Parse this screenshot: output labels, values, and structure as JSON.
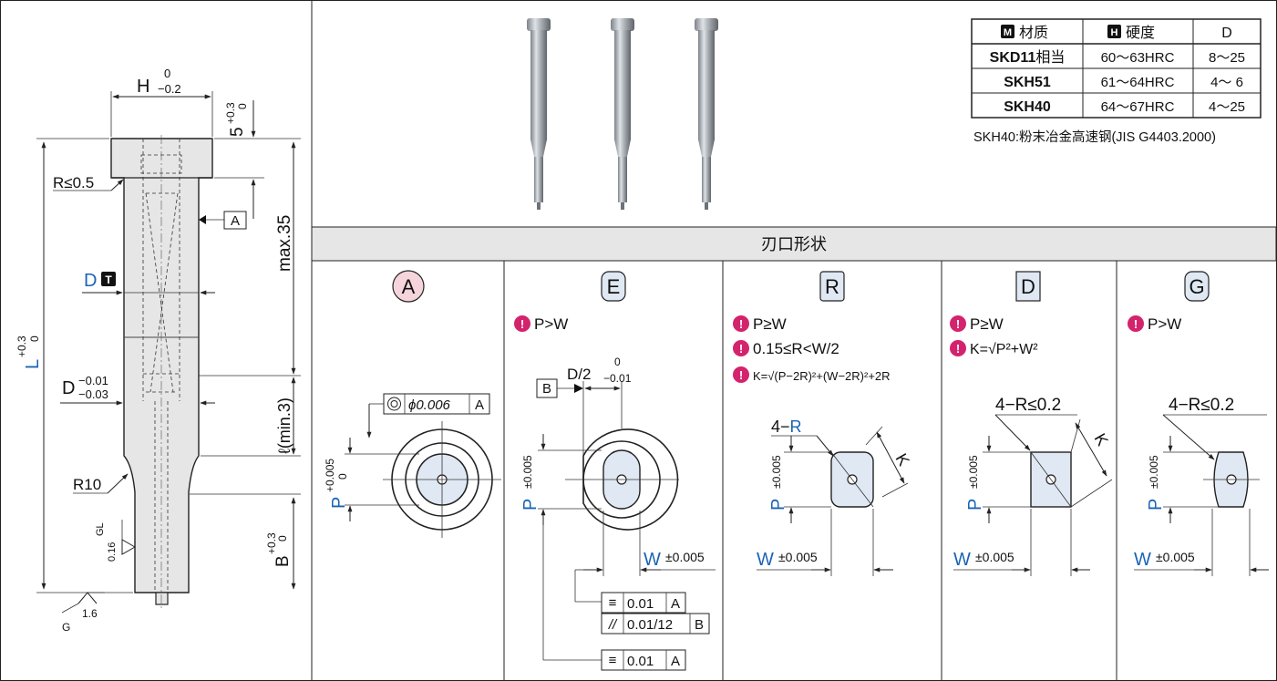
{
  "drawing": {
    "h_label": "H",
    "h_tol_upper": "0",
    "h_tol_lower": "−0.2",
    "head_height": "5",
    "head_tol_upper": "+0.3",
    "head_tol_lower": "0",
    "head_radius": "R≤0.5",
    "datum_a": "A",
    "dia_d": "D",
    "badge_t": "T",
    "max35": "max.35",
    "length_l": "L",
    "length_l_tol_upper": "+0.3",
    "length_l_tol_lower": "0",
    "d_tol_label": "D",
    "d_tol_upper": "−0.01",
    "d_tol_lower": "−0.03",
    "ell_min": "ℓ(min.3)",
    "r10": "R10",
    "gl": "GL",
    "finish016": "0.16",
    "b_label": "B",
    "b_tol_upper": "+0.3",
    "b_tol_lower": "0",
    "finish16": "1.6",
    "g": "G"
  },
  "materials": {
    "headers": [
      "材质",
      "硬度",
      "D"
    ],
    "header_badges": [
      "M",
      "H"
    ],
    "rows": [
      {
        "material": "SKD11",
        "suffix": "相当",
        "hardness": "60～63HRC",
        "d": "8～25"
      },
      {
        "material": "SKH51",
        "suffix": "",
        "hardness": "61～64HRC",
        "d": "4～ 6"
      },
      {
        "material": "SKH40",
        "suffix": "",
        "hardness": "64～67HRC",
        "d": "4～25"
      }
    ],
    "note": "SKH40:粉末冶金高速钢(JIS G4403.2000)"
  },
  "section_title": "刃口形状",
  "shapes": {
    "a": {
      "letter": "A",
      "fcf_value": "ϕ0.006",
      "fcf_datum": "A",
      "p": "P",
      "p_tol_upper": "+0.005",
      "p_tol_lower": "0"
    },
    "e": {
      "letter": "E",
      "cond_marker": "!",
      "cond": "P>W",
      "datum_b": "B",
      "d2": "D/2",
      "d2_tol_upper": "0",
      "d2_tol_lower": "−0.01",
      "p": "P",
      "p_tol": "±0.005",
      "w": "W",
      "w_tol": "±0.005",
      "fcf1_value": "0.01",
      "fcf1_datum": "A",
      "fcf2_sym": "//",
      "fcf2_value": "0.01/12",
      "fcf2_datum": "B",
      "fcf3_value": "0.01",
      "fcf3_datum": "A"
    },
    "r": {
      "letter": "R",
      "cond_marker": "!",
      "cond1": "P≥W",
      "cond2": "0.15≤R<W/2",
      "cond3": "K=√(P−2R)²+(W−2R)²+2R",
      "r4_prefix": "4−",
      "r4_r": "R",
      "k": "K",
      "p": "P",
      "p_tol": "±0.005",
      "w": "W",
      "w_tol": "±0.005"
    },
    "d": {
      "letter": "D",
      "cond_marker": "!",
      "cond1": "P≥W",
      "cond2": "K=√P²+W²",
      "r4": "4−R≤0.2",
      "k": "K",
      "p": "P",
      "p_tol": "±0.005",
      "w": "W",
      "w_tol": "±0.005"
    },
    "g": {
      "letter": "G",
      "cond_marker": "!",
      "cond": "P>W",
      "r4": "4−R≤0.2",
      "p": "P",
      "p_tol": "±0.005",
      "w": "W",
      "w_tol": "±0.005"
    }
  }
}
